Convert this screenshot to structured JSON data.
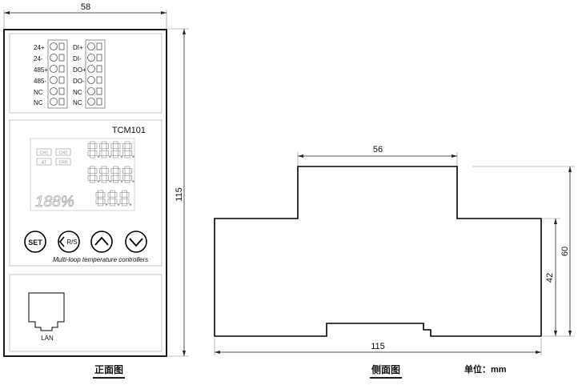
{
  "front_view": {
    "width_dim": "58",
    "height_dim": "115",
    "terminals_left": [
      "24+",
      "24-",
      "485+",
      "485-",
      "NC",
      "NC"
    ],
    "terminals_right": [
      "DI+",
      "DI-",
      "DO+",
      "DO-",
      "NC",
      "NC"
    ],
    "model": "TCM101",
    "indicators": [
      "CH1",
      "CH2",
      "AT",
      "ERR"
    ],
    "percent_display": "188%",
    "buttons": {
      "set": "SET",
      "rs": "R/S"
    },
    "product_caption": "Multi-loop temperature controllers",
    "lan_label": "LAN",
    "caption": "正面图"
  },
  "side_view": {
    "top_dim": "56",
    "bottom_dim": "115",
    "inner_height_dim": "42",
    "outer_height_dim": "60",
    "caption": "侧面图"
  },
  "unit_label": "单位：mm"
}
